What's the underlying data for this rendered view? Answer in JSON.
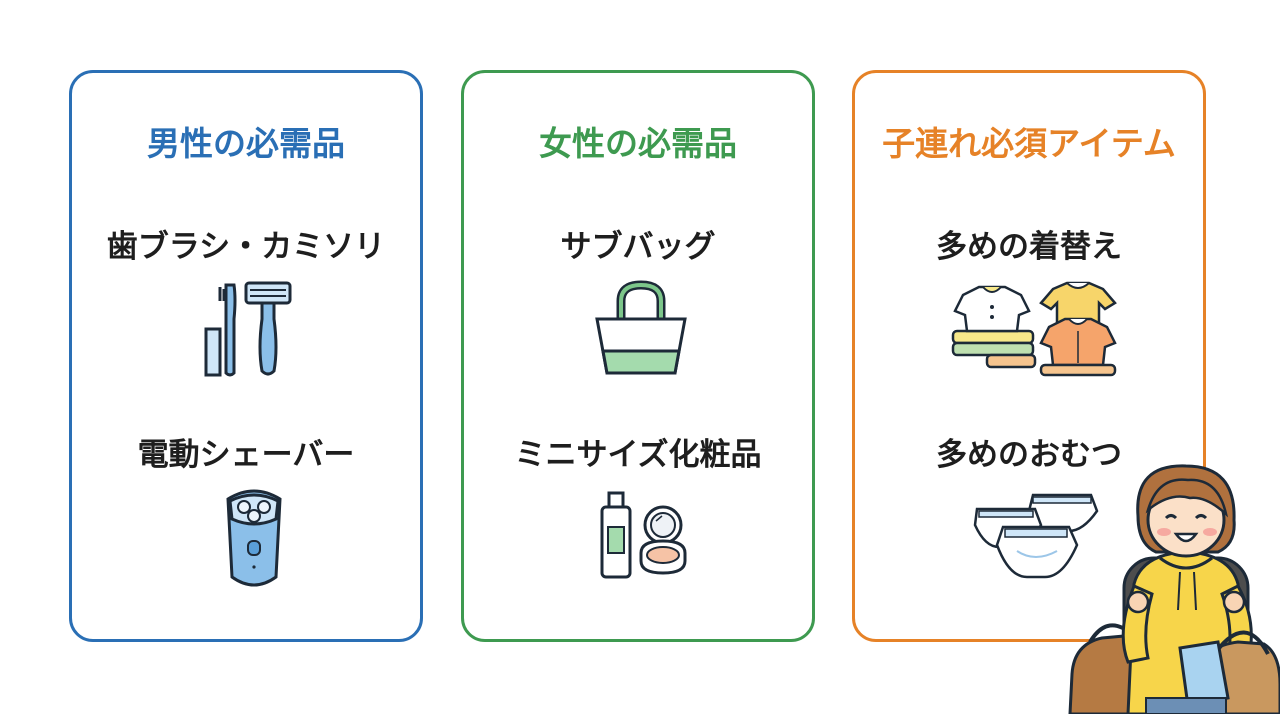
{
  "cards": [
    {
      "title": "男性の必需品",
      "color": "#2a6fb5",
      "items": [
        {
          "label": "歯ブラシ・カミソリ",
          "icon": "toothbrush-razor-icon"
        },
        {
          "label": "電動シェーバー",
          "icon": "electric-shaver-icon"
        }
      ]
    },
    {
      "title": "女性の必需品",
      "color": "#3e9a50",
      "items": [
        {
          "label": "サブバッグ",
          "icon": "tote-bag-icon"
        },
        {
          "label": "ミニサイズ化粧品",
          "icon": "cosmetics-icon"
        }
      ]
    },
    {
      "title": "子連れ必須アイテム",
      "color": "#e68227",
      "items": [
        {
          "label": "多めの着替え",
          "icon": "kids-clothes-icon"
        },
        {
          "label": "多めのおむつ",
          "icon": "diapers-icon"
        }
      ]
    }
  ]
}
